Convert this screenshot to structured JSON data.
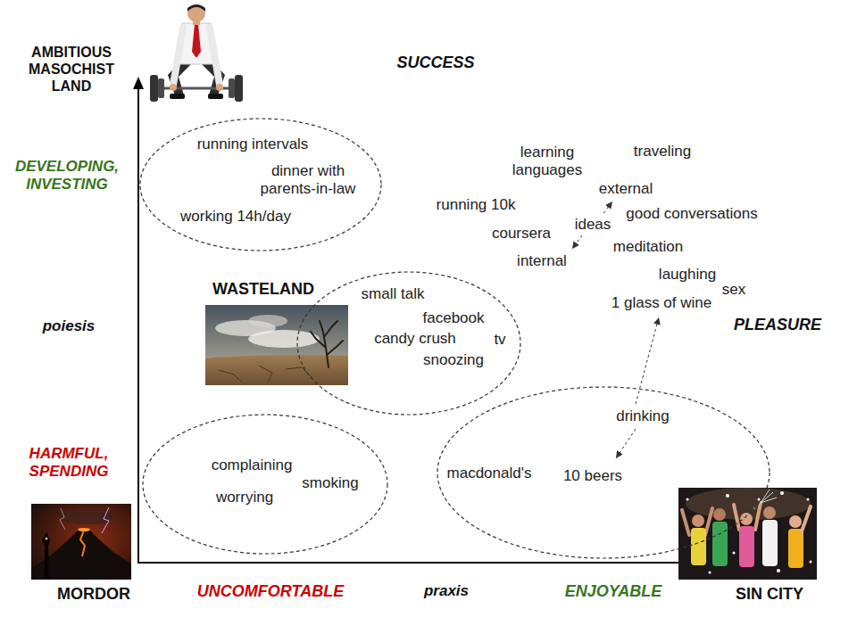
{
  "diagram": {
    "nodes": [
      {
        "text": [
          "running intervals",
          "dinner with parents-in-law",
          "working 14h/day"
        ]
      },
      {
        "text": [
          "small talk",
          "facebook",
          "candy crush",
          "tv",
          "snoozing"
        ]
      },
      {
        "text": [
          "complaining",
          "smoking",
          "worrying"
        ]
      },
      {
        "text": [
          "macdonald's",
          "drinking",
          "10 beers"
        ]
      }
    ],
    "labels": [
      "AMBITIOUS MASOCHIST LAND",
      "SUCCESS",
      "DEVELOPING, INVESTING",
      "learning languages",
      "traveling",
      "external",
      "running 10k",
      "ideas",
      "good conversations",
      "coursera",
      "meditation",
      "internal",
      "WASTELAND",
      "laughing",
      "sex",
      "1 glass of wine",
      "poiesis",
      "PLEASURE",
      "HARMFUL, SPENDING",
      "MORDOR",
      "UNCOMFORTABLE",
      "praxis",
      "ENJOYABLE",
      "SIN CITY"
    ]
  }
}
